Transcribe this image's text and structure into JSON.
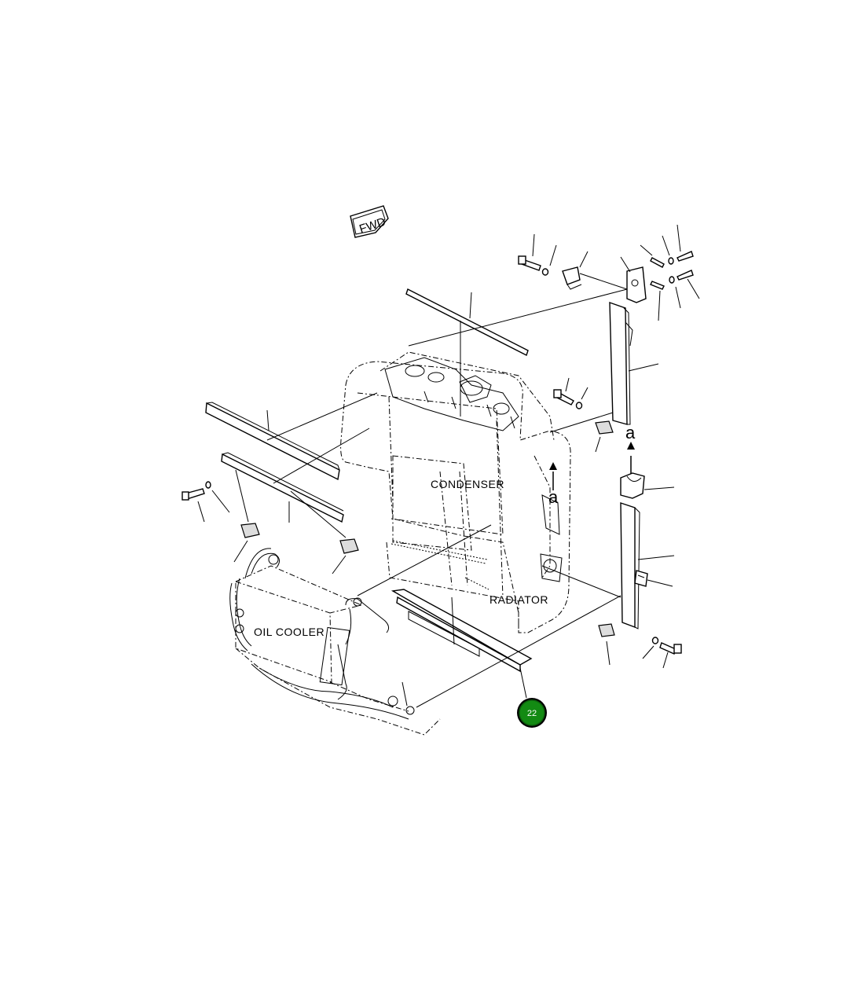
{
  "labels": {
    "fwd": "FWD",
    "condenser": "CONDENSER",
    "radiator": "RADIATOR",
    "oil_cooler": "OIL COOLER",
    "view_a_top": "a",
    "view_a_bottom": "a"
  },
  "callout": {
    "number": "22",
    "color": "#138a13"
  }
}
